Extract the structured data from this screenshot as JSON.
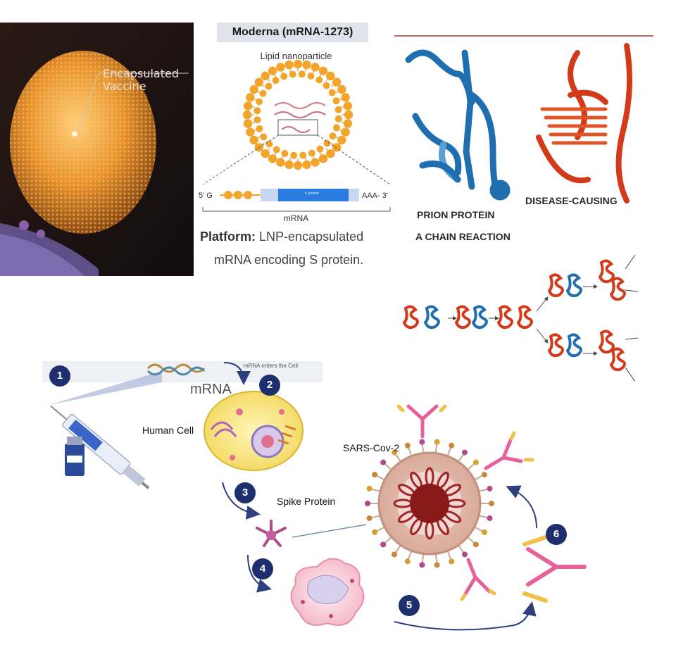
{
  "vaccine_panel": {
    "label_line1": "Encapsulated",
    "label_line2": "Vaccine"
  },
  "moderna": {
    "title": "Moderna (mRNA-1273)",
    "subtitle": "Lipid nanoparticle",
    "five_prime": "5' G",
    "three_prime": "AAA- 3'",
    "s_protein": "S protein",
    "mrna_label": "mRNA",
    "platform_label": "Platform:",
    "platform_text_line1": "LNP-encapsulated",
    "platform_text_line2": "mRNA  encoding S protein."
  },
  "prion": {
    "label_protein": "PRION PROTEIN",
    "label_disease": "DISEASE-CAUSING",
    "label_chain": "A CHAIN REACTION"
  },
  "mechanism": {
    "mrna_label": "mRNA",
    "mrna_enters": "mRNA enters the Cell",
    "human_cell": "Human Cell",
    "sars": "SARS-Cov-2",
    "spike": "Spike Protein",
    "steps": [
      "1",
      "2",
      "3",
      "4",
      "5",
      "6"
    ]
  },
  "colors": {
    "step_badge": "#1e2f6e",
    "prion_blue": "#1f6fb0",
    "prion_red": "#d23a1a",
    "lnp_orange": "#f2a52a",
    "antibody_pink": "#e6609a",
    "antibody_yellow": "#f0c048"
  }
}
